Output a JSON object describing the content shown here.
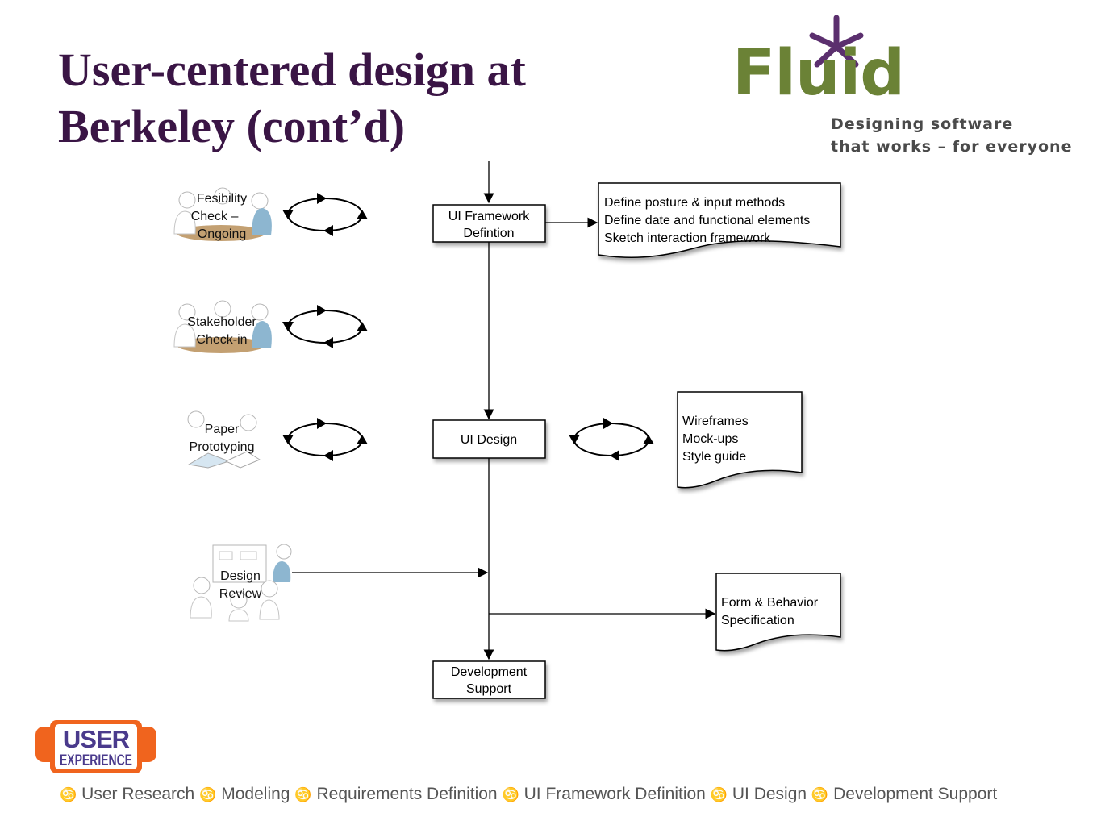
{
  "slide": {
    "title_line1": "User-centered design at",
    "title_line2": "Berkeley (cont’d)"
  },
  "logo": {
    "word": "Fluid",
    "tagline_line1": "Designing software",
    "tagline_line2": "that works – for everyone",
    "brand_color": "#6b8236",
    "star_color": "#5b2f6e"
  },
  "activities": [
    {
      "line1": "Fesibility",
      "line2": "Check –",
      "line3": "Ongoing"
    },
    {
      "line1": "Stakeholder",
      "line2": "Check-in"
    },
    {
      "line1": "Paper",
      "line2": "Prototyping"
    },
    {
      "line1": "Design",
      "line2": "Review"
    }
  ],
  "process_boxes": [
    {
      "line1": "UI Framework",
      "line2": "Defintion"
    },
    {
      "line1": "UI Design"
    },
    {
      "line1": "Development",
      "line2": "Support"
    }
  ],
  "documents": [
    {
      "lines": [
        "Define posture & input methods",
        "Define date and functional elements",
        "Sketch interaction framework"
      ]
    },
    {
      "lines": [
        "Wireframes",
        "Mock-ups",
        "Style guide"
      ]
    },
    {
      "lines": [
        "Form & Behavior",
        "Specification"
      ]
    }
  ],
  "badge": {
    "line1": "USER",
    "line2": "EXPERIENCE",
    "color": "#f0641e"
  },
  "footer": {
    "bullet_icon": "curl-bullet-icon",
    "items": [
      "User Research",
      "Modeling",
      "Requirements Definition",
      "UI Framework Definition",
      "UI Design",
      "Development Support"
    ]
  }
}
